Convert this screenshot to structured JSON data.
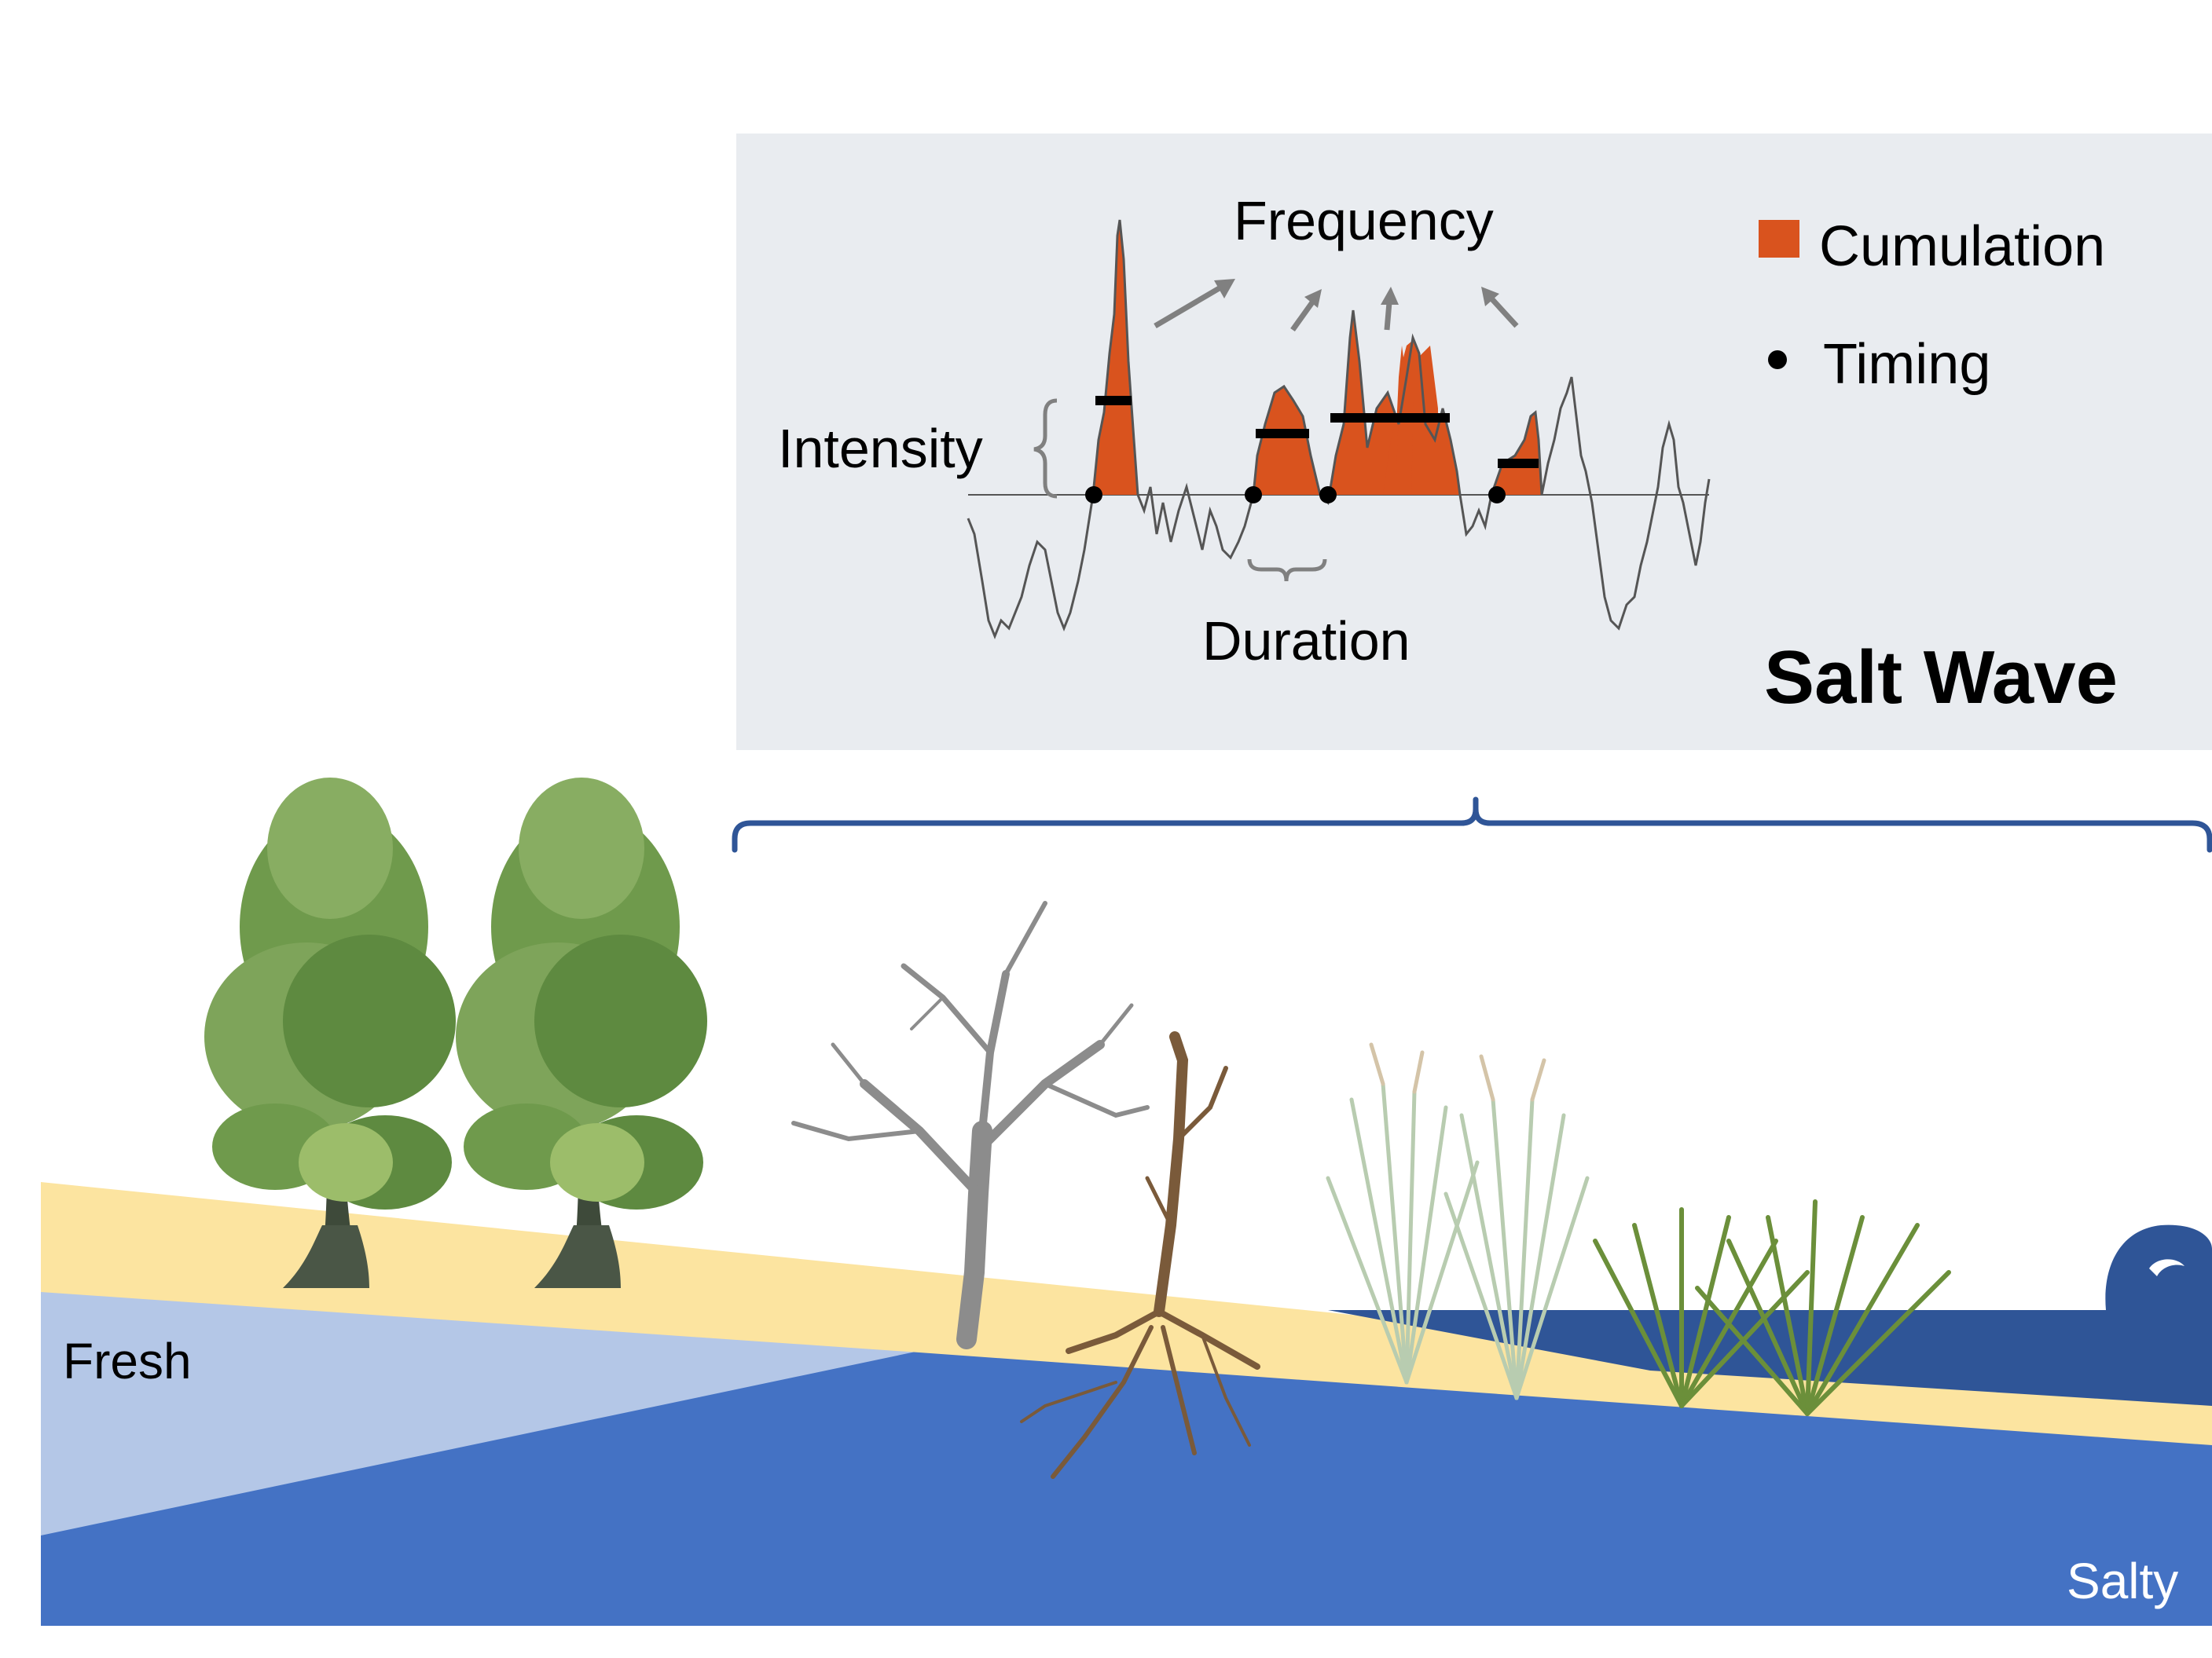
{
  "panel": {
    "frequency_label": "Frequency",
    "intensity_label": "Intensity",
    "duration_label": "Duration",
    "title": "Salt Wave",
    "legend": [
      {
        "label": "Cumulation",
        "marker": "orange-square"
      },
      {
        "label": "Timing",
        "marker": "black-dot"
      }
    ]
  },
  "landscape": {
    "fresh_label": "Fresh",
    "salty_label": "Salty"
  },
  "colors": {
    "panel_bg": "#e9ecf0",
    "cumulation": "#d9531e",
    "brace": "#2f5597",
    "soil": "#fce4a0",
    "fresh_water": "#b4c7e7",
    "salt_water": "#4472c4",
    "wave": "#2f5597",
    "cypress_foliage": "#6f9a4c",
    "cypress_trunk": "#3e4a3a",
    "dead_tree": "#8c8c8c",
    "snag": "#7a5a3a",
    "tall_grass": "#b8ccb0",
    "marsh_grass": "#6b8f3a"
  }
}
